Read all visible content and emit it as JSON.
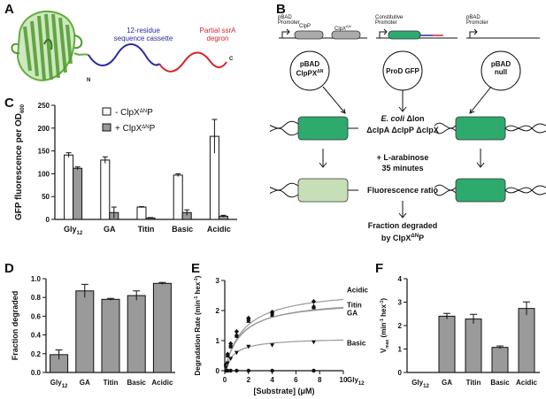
{
  "panel_letters": {
    "a": "A",
    "b": "B",
    "c": "C",
    "d": "D",
    "e": "E",
    "f": "F"
  },
  "panel_a": {
    "n_label": "N",
    "c_label": "C",
    "cassette_label_1": "12-residue",
    "cassette_label_2": "sequence cassette",
    "degron_label_1": "Partial ssrA",
    "degron_label_2": "degron"
  },
  "panel_b": {
    "plasmid1": {
      "promoter_1": "pBAD",
      "promoter_2": "Promoter",
      "gene1": "ClpP",
      "gene2": "ClpX",
      "gene2_sup": "ΔN",
      "circle_1": "pBAD",
      "circle_2": "ClpPX",
      "circle_sup": "ΔN"
    },
    "plasmid2": {
      "promoter_1": "Constitutive",
      "promoter_2": "Promoter",
      "circle_1": "ProD GFP"
    },
    "plasmid3": {
      "promoter_1": "pBAD",
      "promoter_2": "Promoter",
      "circle_1": "pBAD",
      "circle_2": "null"
    },
    "strain_line1_italic": "E. coli",
    "strain_line1_rest": " Δlon",
    "strain_line2": "ΔclpA  ΔclpP  ΔclpX",
    "induction_1": "+ L-arabinose",
    "induction_2": "35 minutes",
    "ratio": "Fluorescence ratio",
    "fraction_1": "Fraction degraded",
    "fraction_2_pre": "by ClpX",
    "fraction_2_sup": "ΔN",
    "fraction_2_post": "P"
  },
  "colors": {
    "gfp_green": "#2eaa6e",
    "gfp_pale": "#c7dfb6",
    "purple": "#2a2aa0",
    "red": "#d2262a",
    "protein_green": "#5fae3b",
    "bar_gray": "#9a9a9a"
  },
  "chart_data": [
    {
      "panel": "C",
      "type": "bar",
      "ylabel": "GFP fluorescence per OD",
      "ylabel_sub": "600",
      "categories": [
        "Gly12",
        "GA",
        "Titin",
        "Basic",
        "Acidic"
      ],
      "category_labels": [
        {
          "main": "Gly",
          "sub": "12"
        },
        {
          "main": "GA",
          "sub": ""
        },
        {
          "main": "Titin",
          "sub": ""
        },
        {
          "main": "Basic",
          "sub": ""
        },
        {
          "main": "Acidic",
          "sub": ""
        }
      ],
      "ylim": [
        0,
        250
      ],
      "yticks": [
        "0",
        "50",
        "100",
        "150",
        "200",
        "250"
      ],
      "legend": [
        {
          "label_pre": "- ClpX",
          "label_sup": "ΔN",
          "label_post": "P"
        },
        {
          "label_pre": "+ ClpX",
          "label_sup": "ΔN",
          "label_post": "P"
        }
      ],
      "series": [
        {
          "values": [
            141,
            130,
            27,
            97,
            182
          ],
          "errors": [
            5,
            7,
            1,
            3,
            37
          ],
          "color": "#ffffff"
        },
        {
          "values": [
            112,
            15,
            3,
            15,
            7
          ],
          "errors": [
            3,
            12,
            1,
            6,
            2
          ],
          "color": "#999999"
        }
      ]
    },
    {
      "panel": "D",
      "type": "bar",
      "ylabel": "Fraction degraded",
      "categories": [
        "Gly12",
        "GA",
        "Titin",
        "Basic",
        "Acidic"
      ],
      "category_labels": [
        {
          "main": "Gly",
          "sub": "12"
        },
        {
          "main": "GA",
          "sub": ""
        },
        {
          "main": "Titin",
          "sub": ""
        },
        {
          "main": "Basic",
          "sub": ""
        },
        {
          "main": "Acidic",
          "sub": ""
        }
      ],
      "ylim": [
        0,
        1.0
      ],
      "yticks": [
        "0.0",
        "0.2",
        "0.4",
        "0.6",
        "0.8",
        "1.0"
      ],
      "values": [
        0.19,
        0.87,
        0.78,
        0.82,
        0.95
      ],
      "errors": [
        0.05,
        0.07,
        0.01,
        0.05,
        0.01
      ]
    },
    {
      "panel": "E",
      "type": "scatter",
      "ylabel_pre": "Degradation Rate (min",
      "ylabel_sup1": "-1",
      "ylabel_mid": " hex",
      "ylabel_sup2": "-1",
      "ylabel_post": ")",
      "xlabel": "[Substrate] (μM)",
      "xlim": [
        0,
        10
      ],
      "ylim": [
        0,
        3
      ],
      "xticks": [
        "0",
        "2",
        "4",
        "6",
        "8",
        "10"
      ],
      "yticks": [
        "0",
        "1",
        "2",
        "3"
      ],
      "series": [
        {
          "name": "Acidic",
          "vmax": 2.75,
          "km": 1.6,
          "marker": "diamond",
          "points": [
            [
              0.1,
              0.2
            ],
            [
              0.25,
              0.55
            ],
            [
              0.5,
              0.9
            ],
            [
              1.0,
              1.3
            ],
            [
              2.0,
              1.75
            ],
            [
              4.0,
              1.95
            ],
            [
              7.5,
              2.3
            ]
          ]
        },
        {
          "name": "Titin",
          "vmax": 2.4,
          "km": 1.4,
          "marker": "triangle",
          "points": [
            [
              0.1,
              0.2
            ],
            [
              0.25,
              0.5
            ],
            [
              0.5,
              0.85
            ],
            [
              1.0,
              1.2
            ],
            [
              2.0,
              1.65
            ],
            [
              4.0,
              1.85
            ],
            [
              7.5,
              2.15
            ]
          ]
        },
        {
          "name": "GA",
          "vmax": 2.35,
          "km": 1.3,
          "marker": "square",
          "points": [
            [
              0.1,
              0.2
            ],
            [
              0.25,
              0.5
            ],
            [
              0.5,
              0.8
            ],
            [
              1.0,
              1.15
            ],
            [
              2.0,
              1.7
            ],
            [
              4.0,
              1.9
            ],
            [
              7.5,
              2.1
            ]
          ]
        },
        {
          "name": "Basic",
          "vmax": 1.1,
          "km": 0.8,
          "marker": "triangle-down",
          "points": [
            [
              0.1,
              0.1
            ],
            [
              0.25,
              0.25
            ],
            [
              0.5,
              0.4
            ],
            [
              1.0,
              0.6
            ],
            [
              2.0,
              0.8
            ],
            [
              4.0,
              0.85
            ],
            [
              7.5,
              0.95
            ]
          ]
        },
        {
          "name": "Gly",
          "name_sub": "12",
          "vmax": 0,
          "km": 1,
          "marker": "circle",
          "points": [
            [
              0.1,
              0.0
            ],
            [
              0.25,
              0.0
            ],
            [
              0.5,
              0.0
            ],
            [
              1.0,
              0.0
            ],
            [
              2.0,
              0.0
            ],
            [
              4.0,
              0.0
            ],
            [
              7.5,
              0.0
            ]
          ]
        }
      ]
    },
    {
      "panel": "F",
      "type": "bar",
      "ylabel_pre": "V",
      "ylabel_sub": "max",
      "ylabel_mid": " (min",
      "ylabel_sup1": "-1",
      "ylabel_mid2": " hex",
      "ylabel_sup2": "-1",
      "ylabel_post": ")",
      "categories": [
        "Gly12",
        "GA",
        "Titin",
        "Basic",
        "Acidic"
      ],
      "category_labels": [
        {
          "main": "Gly",
          "sub": "12"
        },
        {
          "main": "GA",
          "sub": ""
        },
        {
          "main": "Titin",
          "sub": ""
        },
        {
          "main": "Basic",
          "sub": ""
        },
        {
          "main": "Acidic",
          "sub": ""
        }
      ],
      "ylim": [
        0,
        4
      ],
      "yticks": [
        "0",
        "1",
        "2",
        "3",
        "4"
      ],
      "values": [
        0,
        2.4,
        2.28,
        1.07,
        2.73
      ],
      "errors": [
        0,
        0.12,
        0.2,
        0.06,
        0.28
      ]
    }
  ]
}
